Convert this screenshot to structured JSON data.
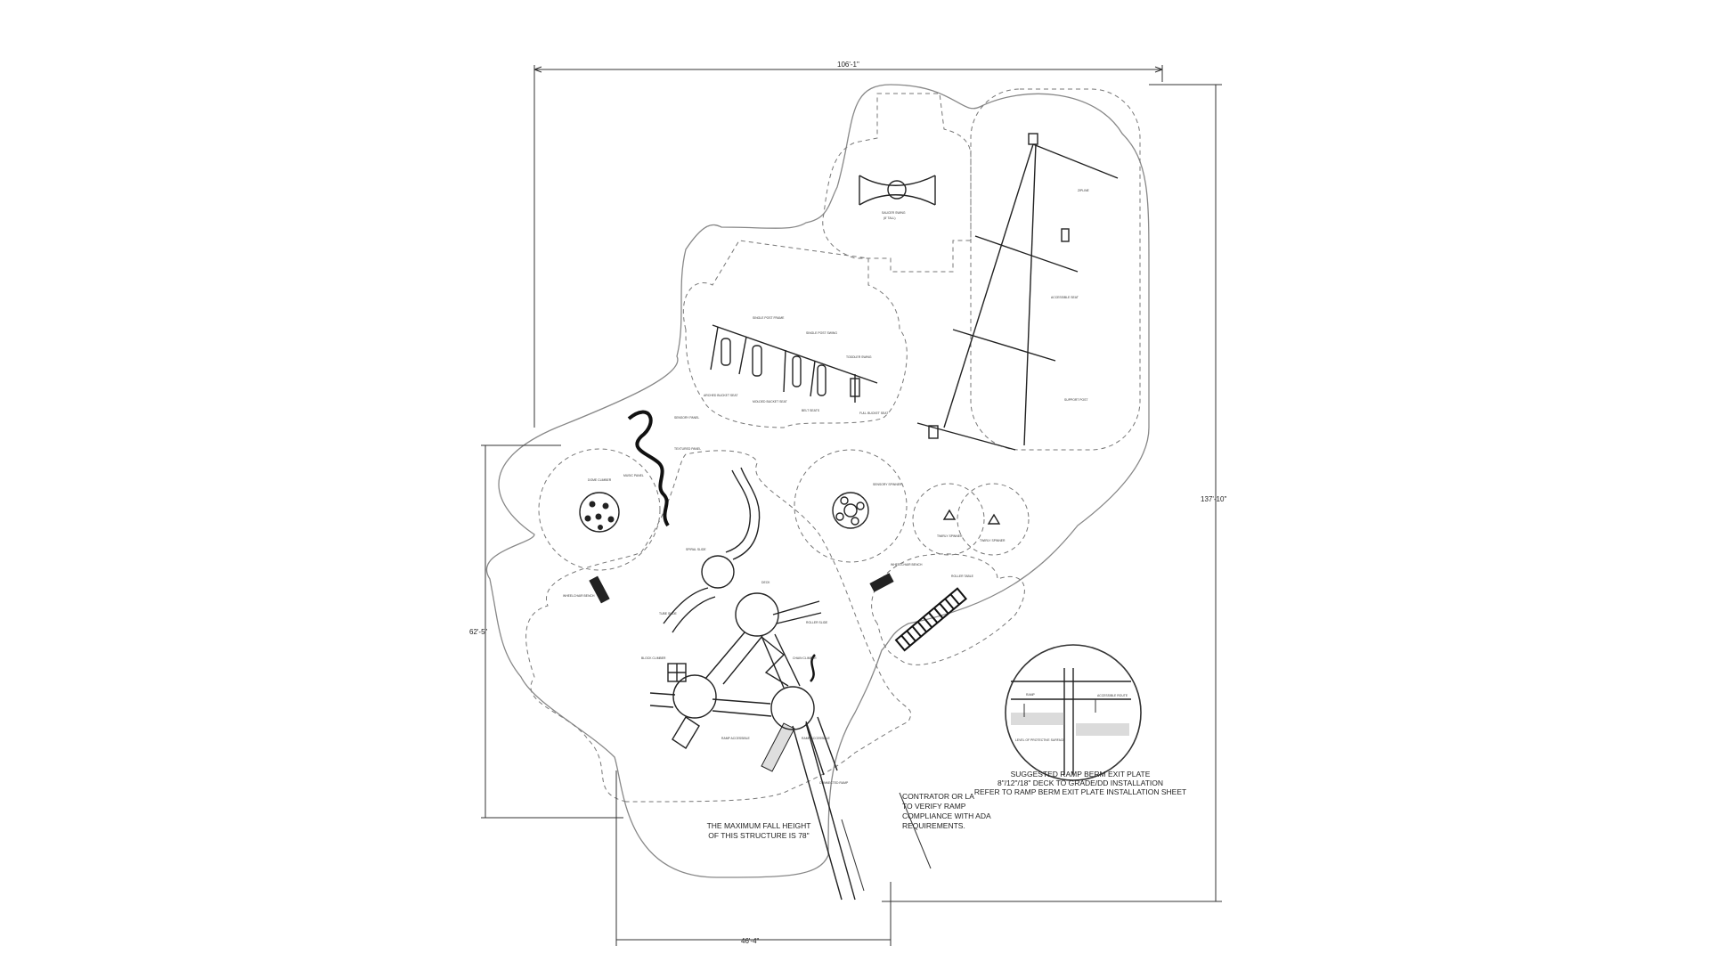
{
  "dimensions": {
    "top_width": "106'-1\"",
    "right_height": "137'-10\"",
    "left_height": "62'-5\"",
    "bottom_width": "46'-4\""
  },
  "notes": {
    "fall_height": [
      "THE MAXIMUM FALL HEIGHT",
      "OF THIS STRUCTURE IS 78\""
    ],
    "ada": [
      "CONTRATOR OR LA",
      "TO VERIFY RAMP",
      "COMPLIANCE WITH ADA",
      "REQUIREMENTS."
    ],
    "ramp_detail": [
      "SUGGESTED RAMP BERM EXIT PLATE",
      "8\"/12\"/18\" DECK TO GRADE/DD INSTALLATION",
      "REFER TO RAMP BERM EXIT PLATE INSTALLATION SHEET"
    ]
  },
  "detail_labels": {
    "ramp": "RAMP",
    "surface": "LEVEL OF PROTECTIVE SURFACE",
    "plate": "ACCESSIBLE ROUTE"
  },
  "colors": {
    "line": "#222222",
    "boundary": "#888888",
    "zone": "#777777"
  }
}
